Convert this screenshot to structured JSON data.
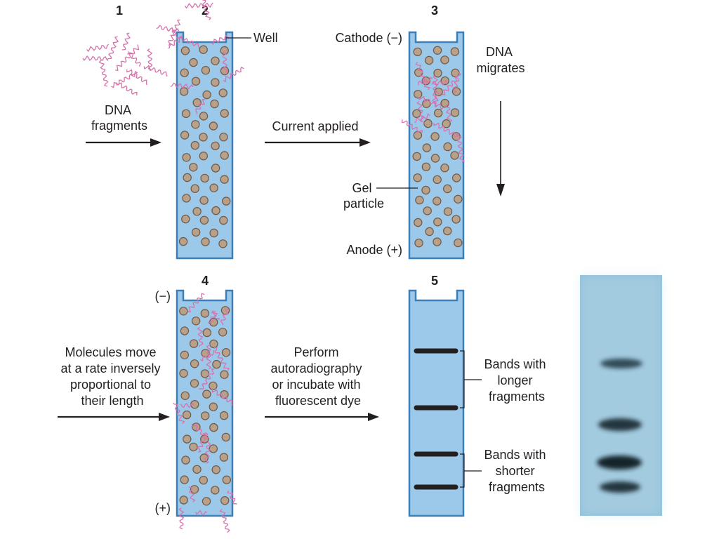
{
  "steps": {
    "s1": {
      "number": "1"
    },
    "s2": {
      "number": "2",
      "well": "Well"
    },
    "s3": {
      "number": "3",
      "cathode": "Cathode (−)",
      "anode": "Anode (+)",
      "migrate1": "DNA",
      "migrate2": "migrates",
      "gel1": "Gel",
      "gel2": "particle"
    },
    "s4": {
      "number": "4",
      "minus": "(−)",
      "plus": "(+)"
    },
    "s5": {
      "number": "5"
    }
  },
  "arrows": {
    "a1": {
      "line1": "DNA",
      "line2": "fragments"
    },
    "a2": {
      "line1": "Current applied"
    },
    "a3": {
      "line1": "Molecules move",
      "line2": "at a rate inversely",
      "line3": "proportional to",
      "line4": "their length"
    },
    "a4": {
      "line1": "Perform",
      "line2": "autoradiography",
      "line3": "or incubate with",
      "line4": "fluorescent dye"
    }
  },
  "bands": {
    "longer": {
      "line1": "Bands with",
      "line2": "longer",
      "line3": "fragments"
    },
    "shorter": {
      "line1": "Bands with",
      "line2": "shorter",
      "line3": "fragments"
    }
  },
  "colors": {
    "gel": "#9cc8ea",
    "gel_outline": "#3b7fb8",
    "bead": "#b9a089",
    "dna": "#d673ad",
    "photo_bg": "#8fc0d8",
    "band": "#231f20"
  }
}
